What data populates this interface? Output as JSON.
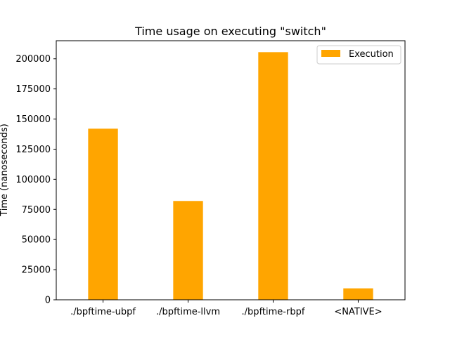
{
  "chart_data": {
    "type": "bar",
    "title": "Time usage on executing \"switch\"",
    "xlabel": "",
    "ylabel": "Time (nanoseconds)",
    "categories": [
      "./bpftime-ubpf",
      "./bpftime-llvm",
      "./bpftime-rbpf",
      "<NATIVE>"
    ],
    "series": [
      {
        "name": "Execution",
        "values": [
          142000,
          82000,
          205500,
          9500
        ],
        "color": "#ffa500"
      }
    ],
    "ylim": [
      0,
      215000
    ],
    "yticks": [
      0,
      25000,
      50000,
      75000,
      100000,
      125000,
      150000,
      175000,
      200000
    ],
    "grid": false,
    "legend_position": "top-right"
  }
}
